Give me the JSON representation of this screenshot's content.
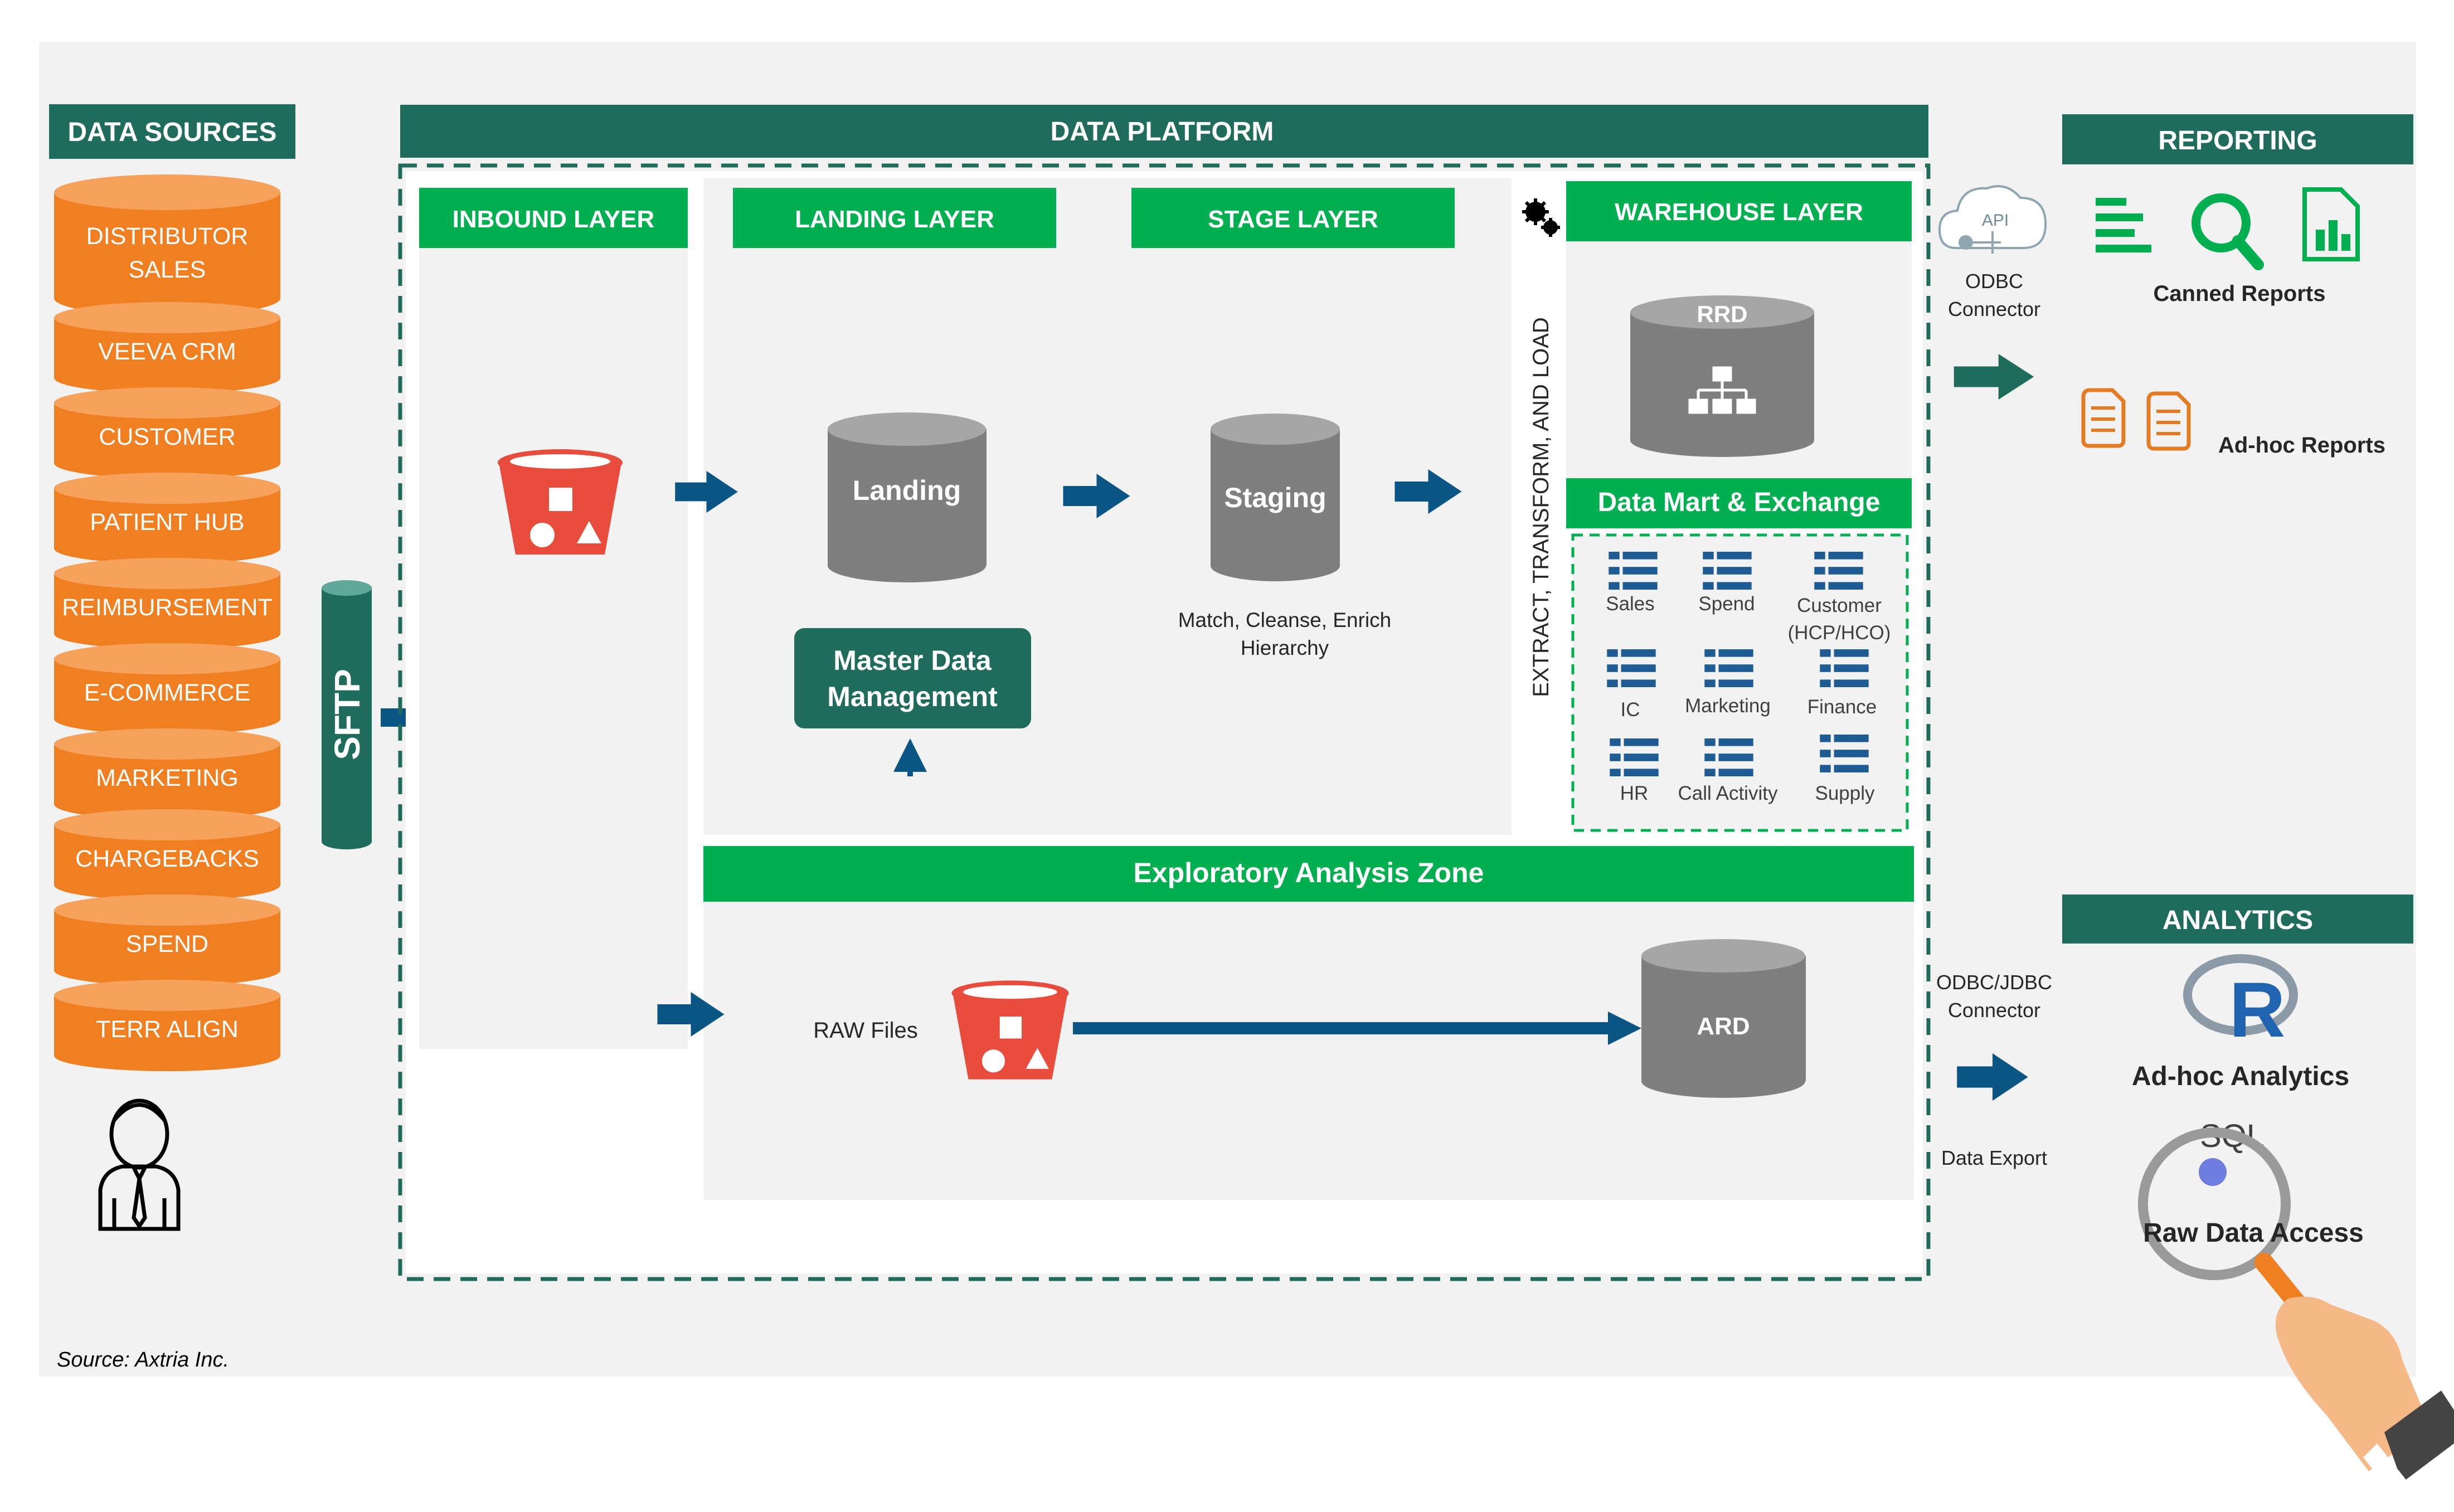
{
  "colors": {
    "dark_teal": "#1f6b5c",
    "green": "#00b050",
    "orange": "#f07f22",
    "orange_light": "#f7a25c",
    "gray_cyl": "#7f7f7f",
    "gray_panel": "#f2f2f2",
    "navy": "#0b5584",
    "bucket_red": "#e74c3c"
  },
  "sections": {
    "data_sources": "DATA SOURCES",
    "data_platform": "DATA PLATFORM",
    "reporting": "REPORTING",
    "analytics": "ANALYTICS"
  },
  "sources": [
    "DISTRIBUTOR SALES",
    "VEEVA CRM",
    "CUSTOMER",
    "PATIENT HUB",
    "REIMBURSEMENT",
    "E-COMMERCE",
    "MARKETING",
    "CHARGEBACKS",
    "SPEND",
    "TERR ALIGN"
  ],
  "sftp": "SFTP",
  "layers": {
    "inbound": "INBOUND LAYER",
    "landing": "LANDING LAYER",
    "stage": "STAGE LAYER",
    "warehouse": "WAREHOUSE LAYER"
  },
  "cylinders": {
    "landing": "Landing",
    "staging": "Staging",
    "rrd": "RRD",
    "ard": "ARD"
  },
  "mdm": "Master Data Management",
  "stage_caption": [
    "Match, Cleanse, Enrich",
    "Hierarchy"
  ],
  "etl": "EXTRACT, TRANSFORM, AND LOAD",
  "datamart": {
    "title": "Data Mart & Exchange",
    "items": [
      "Sales",
      "Spend",
      "Customer (HCP/HCO)",
      "IC",
      "Marketing",
      "Finance",
      "HR",
      "Call Activity",
      "Supply"
    ]
  },
  "exploratory": {
    "title": "Exploratory Analysis Zone",
    "raw_files": "RAW Files"
  },
  "connectors": {
    "api": "API",
    "odbc": [
      "ODBC",
      "Connector"
    ],
    "odbc_jdbc": [
      "ODBC/JDBC",
      "Connector"
    ],
    "data_export": "Data Export"
  },
  "reporting": {
    "canned": "Canned Reports",
    "adhoc": "Ad-hoc Reports"
  },
  "analytics": {
    "r_letter": "R",
    "adhoc": "Ad-hoc Analytics",
    "sql": "SQL",
    "raw_access": "Raw Data Access"
  },
  "source_note": "Source: Axtria Inc."
}
